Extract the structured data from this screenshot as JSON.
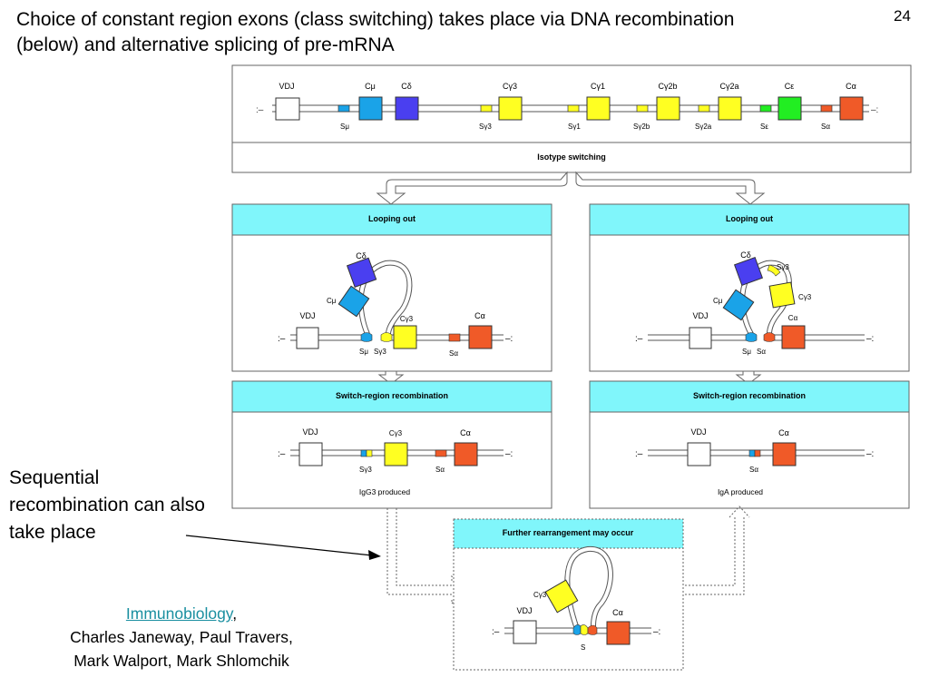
{
  "slide": {
    "title": "Choice of constant region exons (class switching) takes place via DNA recombination (below) and alternative splicing of pre-mRNA",
    "page_number": "24"
  },
  "note": {
    "text": "Sequential recombination can also take place"
  },
  "credit": {
    "book": "Immunobiology",
    "sep": ",",
    "authors_line1": "Charles Janeway, Paul Travers,",
    "authors_line2": "Mark Walport, Mark Shlomchik"
  },
  "diagram": {
    "top_panel": {
      "vdj": "VDJ",
      "c_mu": "Cμ",
      "c_delta": "Cδ",
      "c_g3": "Cγ3",
      "c_g1": "Cγ1",
      "c_g2b": "Cγ2b",
      "c_g2a": "Cγ2a",
      "c_eps": "Cε",
      "c_alpha": "Cα",
      "s_mu": "Sμ",
      "s_g3": "Sγ3",
      "s_g1": "Sγ1",
      "s_g2b": "Sγ2b",
      "s_g2a": "Sγ2a",
      "s_eps": "Sε",
      "s_alpha": "Sα",
      "footer": "Isotype switching"
    },
    "left_loop": {
      "header": "Looping out",
      "c_delta": "Cδ",
      "c_mu": "Cμ",
      "vdj": "VDJ",
      "c_g3": "Cγ3",
      "c_alpha": "Cα",
      "s_mu": "Sμ",
      "s_g3": "Sγ3",
      "s_alpha": "Sα"
    },
    "right_loop": {
      "header": "Looping out",
      "c_delta": "Cδ",
      "s_g3": "Sγ3",
      "c_mu": "Cμ",
      "c_g3": "Cγ3",
      "vdj": "VDJ",
      "c_alpha": "Cα",
      "s_mu": "Sμ",
      "s_alpha": "Sα"
    },
    "left_switch": {
      "header": "Switch-region recombination",
      "vdj": "VDJ",
      "c_g3": "Cγ3",
      "c_alpha": "Cα",
      "s_g3": "Sγ3",
      "s_alpha": "Sα",
      "product": "IgG3 produced"
    },
    "right_switch": {
      "header": "Switch-region recombination",
      "vdj": "VDJ",
      "c_alpha": "Cα",
      "s_alpha": "Sα",
      "product": "IgA produced"
    },
    "further": {
      "header": "Further rearrangement may occur",
      "c_g3": "Cγ3",
      "vdj": "VDJ",
      "c_alpha": "Cα",
      "s": "S"
    }
  },
  "colors": {
    "panel_header": "#80f6fb",
    "mu": "#1aa3e8",
    "delta": "#4a3ff0",
    "gamma": "#ffff22",
    "epsilon": "#22ee22",
    "alpha": "#f05a28"
  }
}
